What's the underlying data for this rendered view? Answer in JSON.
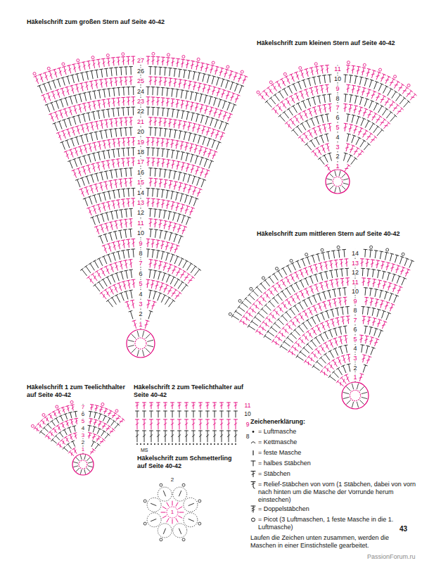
{
  "diagram": {
    "labels": [
      "Häkelschrift zum großen Stern auf Seite 40-42",
      "1",
      "2",
      "3",
      "4",
      "5",
      "6",
      "7",
      "8",
      "9",
      "10",
      "11",
      "12",
      "13",
      "14",
      "15",
      "16",
      "17",
      "18",
      "19",
      "20",
      "21",
      "22",
      "23",
      "24",
      "25",
      "26",
      "27",
      "Häkelschrift zum kleinen Stern auf Seite 40-42",
      "1",
      "2",
      "3",
      "4",
      "5",
      "6",
      "7",
      "8",
      "9",
      "10",
      "11",
      "Häkelschrift zum mittleren Stern auf Seite 40-42",
      "1",
      "2",
      "3",
      "4",
      "5",
      "6",
      "7",
      "8",
      "9",
      "10",
      "11",
      "12",
      "13",
      "14",
      "Häkelschrift 1 zum Teelichthalter auf Seite 40-42",
      "1",
      "2",
      "3",
      "4",
      "5",
      "6",
      "7",
      "Häkelschrift 2 zum Teelichthalter auf Seite 40-42",
      "11",
      "10",
      "9",
      "8",
      "MS",
      "Häkelschrift zum Schmetterling auf Seite 40-42",
      "2",
      "1",
      "Zeichenerklärung:",
      "Laufen die Zeichen unten zusammen, werden die Maschen in einer Einstichstelle gearbeitet.",
      "43",
      "PassionForum.ru"
    ],
    "legend": [
      {
        "text": "= Luftmasche"
      },
      {
        "text": "= Kettmasche"
      },
      {
        "text": "= feste Masche"
      },
      {
        "text": "= halbes Stäbchen"
      },
      {
        "text": "= Stäbchen"
      },
      {
        "text": "= Relief-Stäbchen von vorn (1 Stäbchen, dabei von vorn nach hinten um die Masche der Vorrunde herum einstechen)"
      },
      {
        "text": "= Doppelstäbchen"
      },
      {
        "text": "= Picot (3 Luftmaschen, 1 feste Masche in die 1. Luftmasche)"
      }
    ]
  }
}
